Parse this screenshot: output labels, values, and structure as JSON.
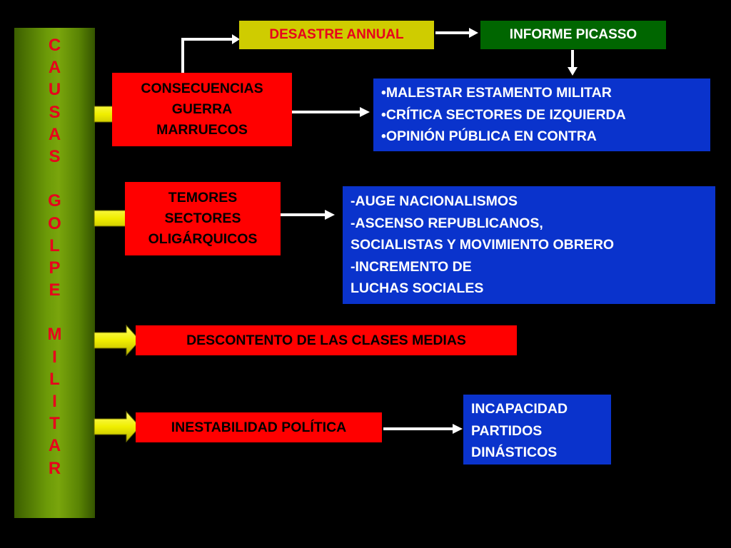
{
  "side_title_letters": [
    "C",
    "A",
    "U",
    "S",
    "A",
    "S",
    "",
    "G",
    "O",
    "L",
    "P",
    "E",
    "",
    "M",
    "I",
    "L",
    "I",
    "T",
    "A",
    "R"
  ],
  "top": {
    "desastre": "DESASTRE ANNUAL",
    "informe": "INFORME PICASSO"
  },
  "causes": {
    "consecuencias": [
      "CONSECUENCIAS",
      "GUERRA",
      "MARRUECOS"
    ],
    "temores": [
      "TEMORES",
      "SECTORES",
      "OLIGÁRQUICOS"
    ],
    "descontento": "DESCONTENTO DE LAS CLASES MEDIAS",
    "inestabilidad": "INESTABILIDAD POLÍTICA"
  },
  "effects": {
    "malestar": [
      "•MALESTAR ESTAMENTO MILITAR",
      "•CRÍTICA SECTORES DE IZQUIERDA",
      "•OPINIÓN PÚBLICA EN CONTRA"
    ],
    "auge": [
      "-AUGE  NACIONALISMOS",
      "-ASCENSO REPUBLICANOS,",
      "SOCIALISTAS Y MOVIMIENTO OBRERO",
      "-INCREMENTO DE",
      "LUCHAS SOCIALES"
    ],
    "incapacidad": [
      "INCAPACIDAD",
      "PARTIDOS",
      "DINÁSTICOS"
    ]
  },
  "colors": {
    "red": "#ff0000",
    "blue": "#0a33cc",
    "yellow": "#cfcc00",
    "dark_green": "#006600",
    "bar_green": "#6c9a08",
    "letter_red": "#e8001c"
  }
}
